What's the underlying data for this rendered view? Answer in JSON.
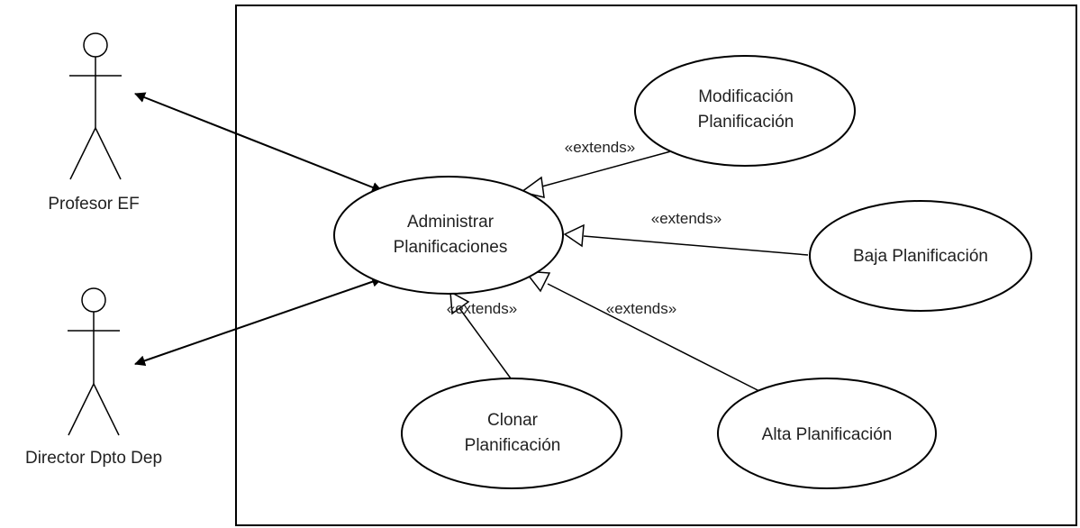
{
  "actors": {
    "profesor": {
      "label": "Profesor EF"
    },
    "director": {
      "label": "Director Dpto Dep"
    }
  },
  "use_cases": {
    "administrar": {
      "line1": "Administrar",
      "line2": "Planificaciones"
    },
    "modificacion": {
      "line1": "Modificación",
      "line2": "Planificación"
    },
    "baja": {
      "line1": "Baja Planificación"
    },
    "clonar": {
      "line1": "Clonar",
      "line2": "Planificación"
    },
    "alta": {
      "line1": "Alta Planificación"
    }
  },
  "relations": {
    "extends_modificacion": "«extends»",
    "extends_baja": "«extends»",
    "extends_clonar": "«extends»",
    "extends_alta": "«extends»"
  },
  "colors": {
    "stroke": "#000000",
    "text": "#222222",
    "background": "#ffffff"
  }
}
